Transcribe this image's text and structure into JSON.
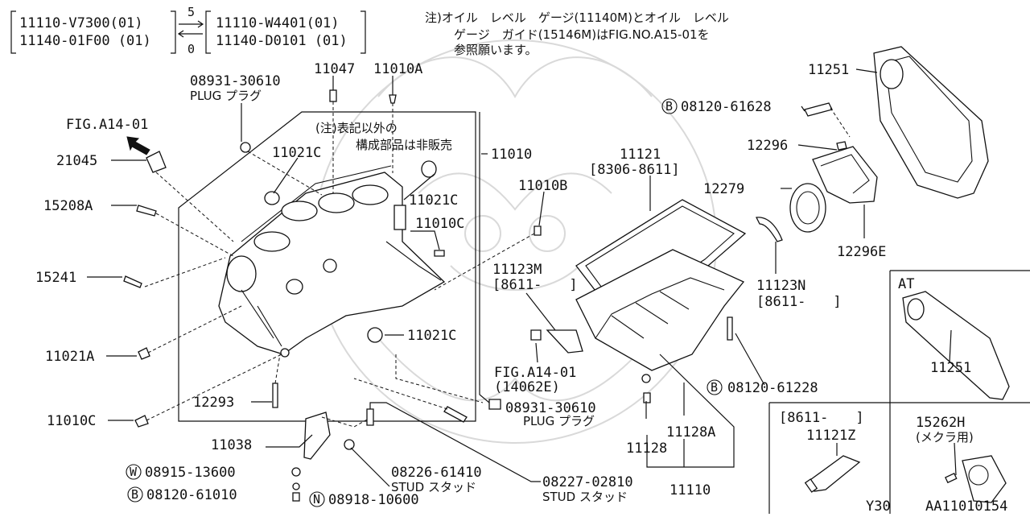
{
  "header": {
    "left_a1": "11110-V7300(01)",
    "left_a2": "11140-01F00 (01)",
    "arrow_top": "5",
    "arrow_bottom": "0",
    "left_b1": "11110-W4401(01)",
    "left_b2": "11140-D0101 (01)"
  },
  "note": {
    "line1": "注)オイル　レベル　ゲージ(11140M)とオイル　レベル",
    "line2": "ゲージ　ガイド(15146M)はFIG.NO.A15-01を",
    "line3": "参照願います。"
  },
  "block_note": {
    "line1": "(注)表記以外の",
    "line2": "構成部品は非販売"
  },
  "labels": {
    "l11047": "11047",
    "l11010A": "11010A",
    "l08931a": "08931-30610",
    "plug_a": "PLUG プラグ",
    "fig_a14": "FIG.A14-01",
    "l21045": "21045",
    "l15208A": "15208A",
    "l15241": "15241",
    "l11021A": "11021A",
    "l11010C": "11010C",
    "l12293": "12293",
    "l11038": "11038",
    "w08915": "08915-13600",
    "w_mark": "W",
    "b08120_61010": "08120-61010",
    "b_mark1": "B",
    "n08918": "08918-10600",
    "n_mark": "N",
    "l08226": "08226-61410",
    "stud_a": "STUD スタッド",
    "l08227": "08227-02810",
    "stud_b": "STUD スタッド",
    "l11021C_a": "11021C",
    "l11021C_b": "11021C",
    "l11021C_c": "11021C",
    "l11010C_b": "11010C",
    "l11010": "11010",
    "l11010B": "11010B",
    "l11121": "11121",
    "l11121_range": "[8306-8611]",
    "l11123M": "11123M",
    "l11123M_range": "[8611-　　]",
    "fig_a14_b": "FIG.A14-01",
    "fig_a14_b_sub": "(14062E)",
    "l08931b": "08931-30610",
    "plug_b": "PLUG プラグ",
    "l11128": "11128",
    "l11128A": "11128A",
    "l11110": "11110",
    "b08120_61228": "08120-61228",
    "b_mark2": "B",
    "b08120_61628": "08120-61628",
    "b_mark3": "B",
    "l11251": "11251",
    "l12296": "12296",
    "l12279": "12279",
    "l12296E": "12296E",
    "l11123N": "11123N",
    "l11123N_range": "[8611-　　]",
    "at_title": "AT",
    "at_11251": "11251",
    "box_range": "[8611-　　]",
    "l11121Z": "11121Z",
    "l15262H": "15262H",
    "l15262H_sub": "(メクラ用)",
    "y30": "Y30",
    "diagram_id": "AA11010154"
  }
}
